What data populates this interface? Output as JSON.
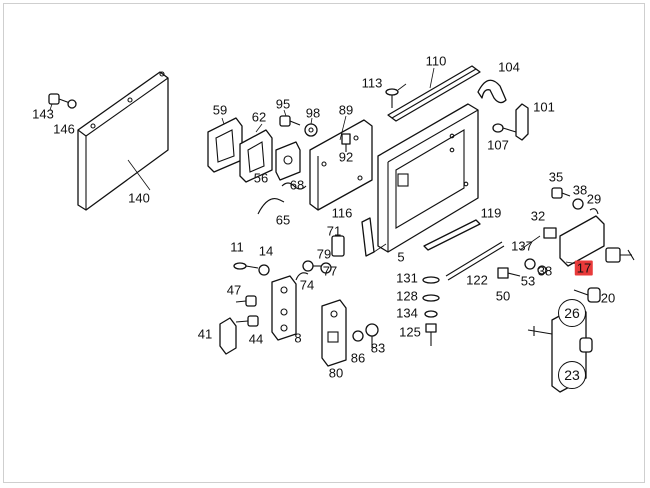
{
  "diagram": {
    "highlight_color": "#e83a3a",
    "highlighted_part": "17",
    "labels": {
      "l143": "143",
      "l146": "146",
      "l140": "140",
      "l59": "59",
      "l62": "62",
      "l95": "95",
      "l98": "98",
      "l89": "89",
      "l56": "56",
      "l92": "92",
      "l68": "68",
      "l65": "65",
      "l113": "113",
      "l110": "110",
      "l104": "104",
      "l101": "101",
      "l107": "107",
      "l116": "116",
      "l119": "119",
      "l5": "5",
      "l71": "71",
      "l11": "11",
      "l14": "14",
      "l79": "79",
      "l77": "77",
      "l74": "74",
      "l47": "47",
      "l41": "41",
      "l44": "44",
      "l8": "8",
      "l80": "80",
      "l86": "86",
      "l83": "83",
      "l131": "131",
      "l128": "128",
      "l134": "134",
      "l125": "125",
      "l122": "122",
      "l137": "137",
      "l53": "53",
      "l38b": "38",
      "l50": "50",
      "l35": "35",
      "l38": "38",
      "l29": "29",
      "l32": "32",
      "l17": "17",
      "l20": "20",
      "l26": "26",
      "l23": "23"
    }
  }
}
